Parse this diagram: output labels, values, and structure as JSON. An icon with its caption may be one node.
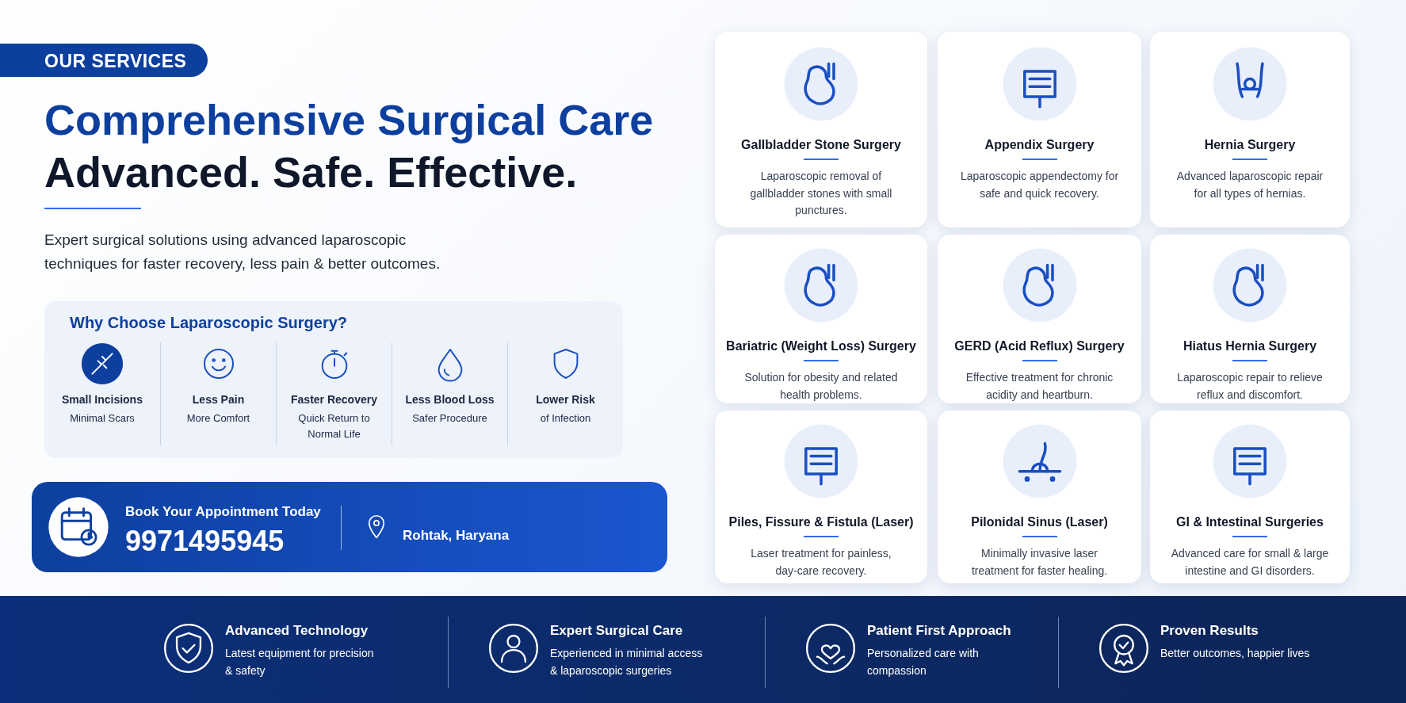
{
  "diagram": {
    "title": "Comprehensive Surgical Care",
    "nodes": [
      {
        "text": [
          "OUR SERVICES"
        ]
      },
      {
        "text": [
          "Why Choose Laparoscopic Surgery?"
        ]
      },
      {
        "text": [
          "Small Incisions",
          "Minimal Scars"
        ],
        "in": 1
      },
      {
        "text": [
          "Less Pain",
          "More Comfort"
        ],
        "in": 1
      },
      {
        "text": [
          "Faster Recovery",
          "Quick Return to Normal Life"
        ],
        "in": 1
      },
      {
        "text": [
          "Less Blood Loss",
          "Safer Procedure"
        ],
        "in": 1
      },
      {
        "text": [
          "Lower Risk",
          "of Infection"
        ],
        "in": 1
      },
      {
        "text": [
          "Book Your Appointment Today",
          "9971495945",
          "Rohtak, Haryana"
        ]
      },
      {
        "text": [
          "Gallbladder Stone Surgery",
          "Laparoscopic removal of gallbladder stones with small punctures."
        ]
      },
      {
        "text": [
          "Appendix Surgery",
          "Laparoscopic appendectomy for safe and quick recovery."
        ]
      },
      {
        "text": [
          "Hernia Surgery",
          "Advanced laparoscopic repair for all types of hernias."
        ]
      },
      {
        "text": [
          "Bariatric (Weight Loss) Surgery",
          "Solution for obesity and related health problems."
        ]
      },
      {
        "text": [
          "GERD (Acid Reflux) Surgery",
          "Effective treatment for chronic acidity and heartburn."
        ]
      },
      {
        "text": [
          "Hiatus Hernia Surgery",
          "Laparoscopic repair to relieve reflux and discomfort."
        ]
      },
      {
        "text": [
          "Piles, Fissure & Fistula (Laser)",
          "Laser treatment for painless, day-care recovery."
        ]
      },
      {
        "text": [
          "Pilonidal Sinus (Laser)",
          "Minimally invasive laser treatment for faster healing."
        ]
      },
      {
        "text": [
          "GI & Intestinal Surgeries",
          "Advanced care for small & large intestine and GI disorders."
        ]
      },
      {
        "text": [],
        "shape": "bar"
      },
      {
        "text": [
          "Advanced Technology",
          "Latest equipment for precision & safety"
        ],
        "in": 17
      },
      {
        "text": [
          "Expert Surgical Care",
          "Experienced in minimal access & laparoscopic surgeries"
        ],
        "in": 17
      },
      {
        "text": [
          "Patient First Approach",
          "Personalized care with compassion"
        ],
        "in": 17
      },
      {
        "text": [
          "Proven Results",
          "Better outcomes, happier lives"
        ],
        "in": 17
      }
    ],
    "labels": [
      "Advanced. Safe. Effective.",
      "Expert surgical solutions using advanced laparoscopic techniques for faster recovery, less pain & better outcomes."
    ]
  }
}
